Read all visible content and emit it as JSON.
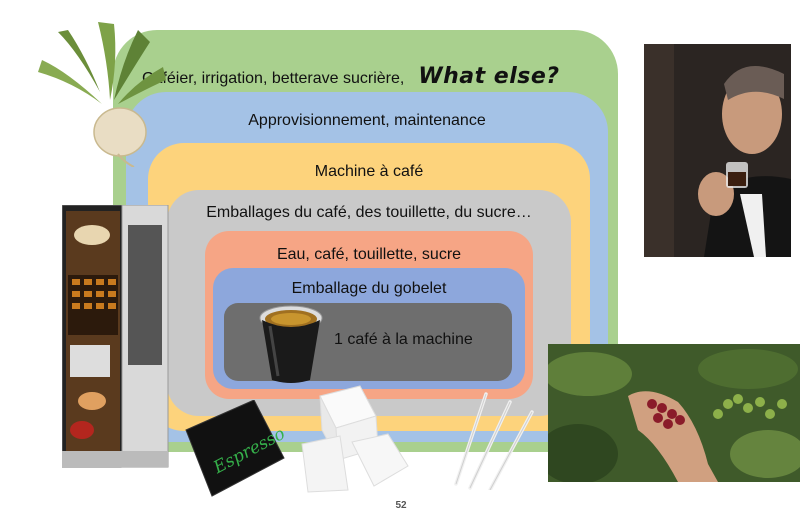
{
  "layers": [
    {
      "label": "Caféier, irrigation, betterave sucrière,",
      "accent": "What else?"
    },
    {
      "label": "Approvisionnement, maintenance"
    },
    {
      "label": "Machine à café"
    },
    {
      "label": "Emballages du café, des touillette, du sucre…"
    },
    {
      "label": "Eau, café, touillette, sucre"
    },
    {
      "label": "Emballage du gobelet"
    },
    {
      "label": "1 café à la machine"
    }
  ],
  "espresso_pack_text": "Espresso",
  "page_number": "52",
  "colors": {
    "layer1": "#a9d08e",
    "layer2": "#a4c2e6",
    "layer3": "#fdd37c",
    "layer4": "#c9c9c9",
    "layer5": "#f6a585",
    "layer6": "#8da7dc",
    "layer7": "#6e6e6e"
  }
}
